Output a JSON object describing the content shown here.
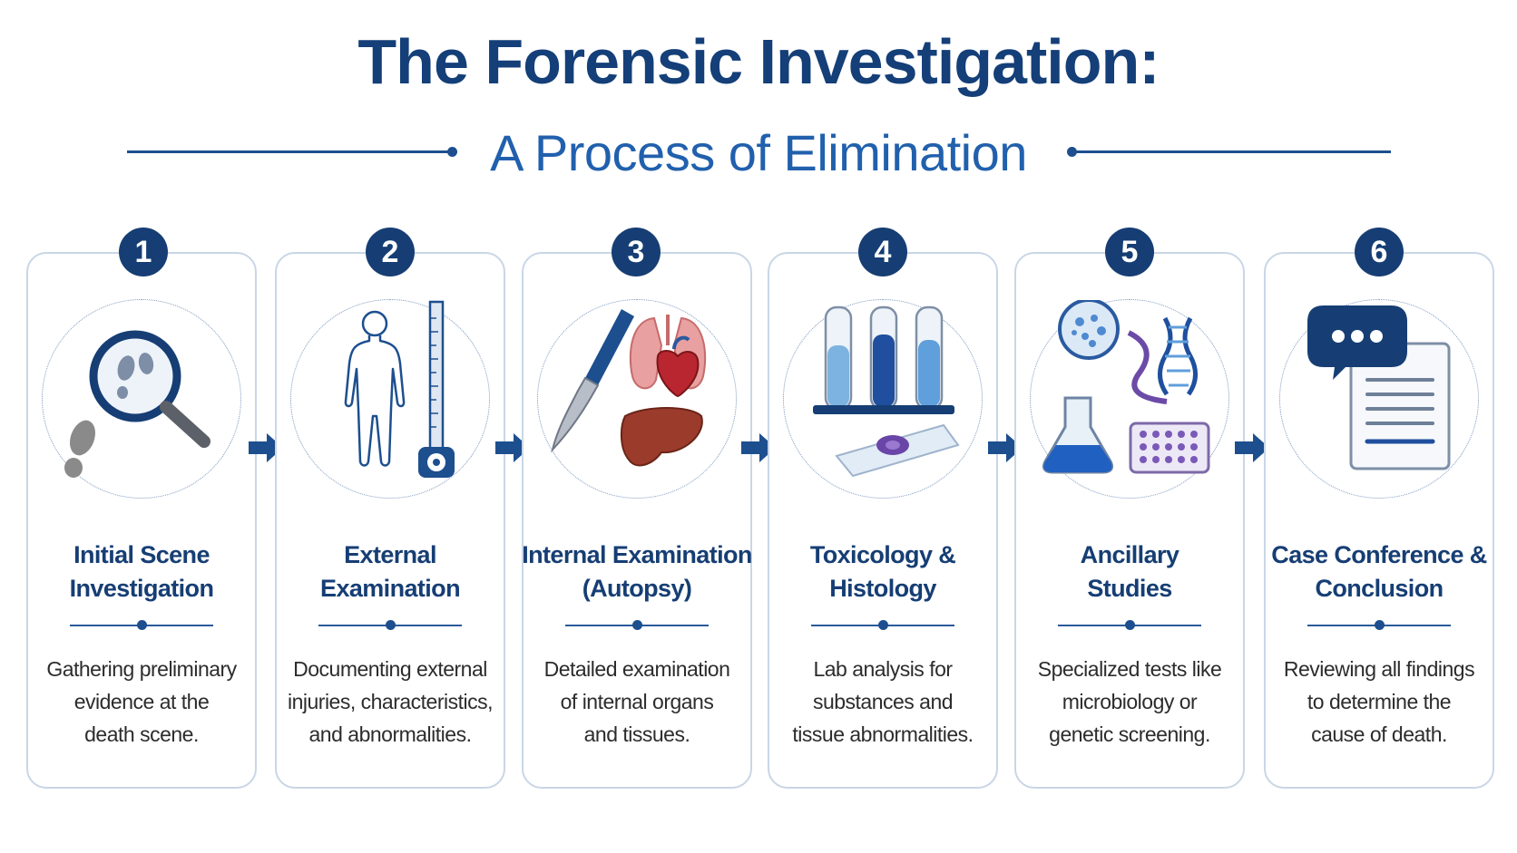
{
  "header": {
    "title": "The Forensic Investigation:",
    "subtitle": "A Process of Elimination"
  },
  "colors": {
    "navy": "#163e74",
    "accent_blue": "#2160ad",
    "card_border": "#c9d6e6"
  },
  "steps": [
    {
      "number": "1",
      "title_lines": [
        "Initial Scene",
        "Investigation"
      ],
      "desc_lines": [
        "Gathering preliminary",
        "evidence at the",
        "death scene."
      ],
      "icon": "magnifier-footprints-icon"
    },
    {
      "number": "2",
      "title_lines": [
        "External",
        "Examination"
      ],
      "desc_lines": [
        "Documenting external",
        "injuries, characteristics,",
        "and abnormalities."
      ],
      "icon": "body-outline-ruler-icon"
    },
    {
      "number": "3",
      "title_lines": [
        "Internal Examination",
        "(Autopsy)"
      ],
      "desc_lines": [
        "Detailed examination",
        "of internal organs",
        "and tissues."
      ],
      "icon": "scalpel-organs-icon"
    },
    {
      "number": "4",
      "title_lines": [
        "Toxicology &",
        "Histology"
      ],
      "desc_lines": [
        "Lab analysis for",
        "substances and",
        "tissue abnormalities."
      ],
      "icon": "test-tubes-slide-icon"
    },
    {
      "number": "5",
      "title_lines": [
        "Ancillary",
        "Studies"
      ],
      "desc_lines": [
        "Specialized tests like",
        "microbiology or",
        "genetic screening."
      ],
      "icon": "petri-dna-flask-icon"
    },
    {
      "number": "6",
      "title_lines": [
        "Case Conference &",
        "Conclusion"
      ],
      "desc_lines": [
        "Reviewing all findings",
        "to determine the",
        "cause of death."
      ],
      "icon": "chat-document-icon"
    }
  ]
}
